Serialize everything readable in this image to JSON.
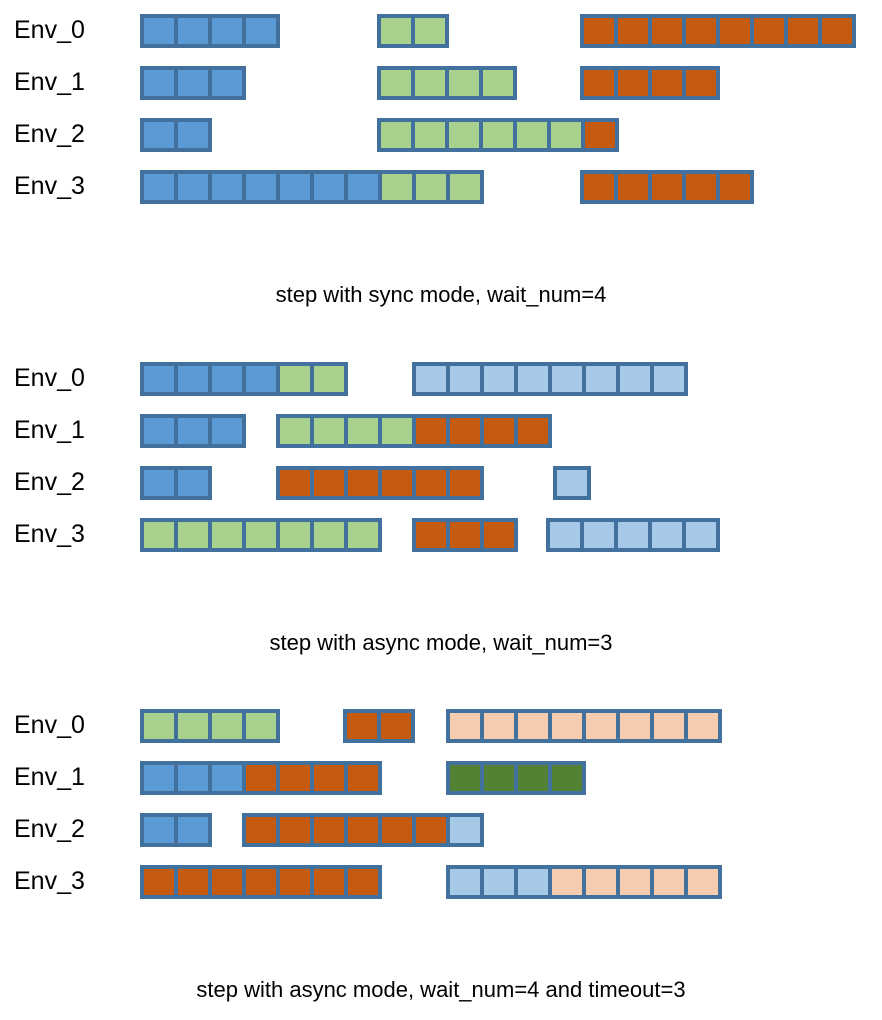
{
  "figure": {
    "title": "",
    "env_labels": [
      "Env_0",
      "Env_1",
      "Env_2",
      "Env_3"
    ],
    "legend_colors": {
      "blue": "#5b9bd5",
      "green": "#a9d18e",
      "orange": "#c55a11",
      "lightblue": "#a6c9e8",
      "lightorange": "#f7cbad",
      "darkgreen": "#548235",
      "frame": "#41719c"
    }
  },
  "sections": [
    {
      "id": "sync-wait4",
      "caption": "step with sync mode, wait_num=4",
      "rows": [
        {
          "label": "Env_0",
          "blocks": [
            {
              "start": 140,
              "cells": [
                "blue",
                "blue",
                "blue",
                "blue"
              ]
            },
            {
              "start": 377,
              "cells": [
                "green",
                "green"
              ]
            },
            {
              "start": 580,
              "cells": [
                "orange",
                "orange",
                "orange",
                "orange",
                "orange",
                "orange",
                "orange",
                "orange"
              ]
            }
          ]
        },
        {
          "label": "Env_1",
          "blocks": [
            {
              "start": 140,
              "cells": [
                "blue",
                "blue",
                "blue"
              ]
            },
            {
              "start": 377,
              "cells": [
                "green",
                "green",
                "green",
                "green"
              ]
            },
            {
              "start": 580,
              "cells": [
                "orange",
                "orange",
                "orange",
                "orange"
              ]
            }
          ]
        },
        {
          "label": "Env_2",
          "blocks": [
            {
              "start": 140,
              "cells": [
                "blue",
                "blue"
              ]
            },
            {
              "start": 377,
              "cells": [
                "green",
                "green",
                "green",
                "green",
                "green",
                "green",
                "orange"
              ]
            }
          ]
        },
        {
          "label": "Env_3",
          "blocks": [
            {
              "start": 140,
              "cells": [
                "blue",
                "blue",
                "blue",
                "blue",
                "blue",
                "blue",
                "blue",
                "green",
                "green",
                "green"
              ]
            },
            {
              "start": 580,
              "cells": [
                "orange",
                "orange",
                "orange",
                "orange",
                "orange"
              ]
            }
          ]
        }
      ]
    },
    {
      "id": "async-wait3",
      "caption": "step with async mode, wait_num=3",
      "rows": [
        {
          "label": "Env_0",
          "blocks": [
            {
              "start": 140,
              "cells": [
                "blue",
                "blue",
                "blue",
                "blue",
                "green",
                "green"
              ]
            },
            {
              "start": 412,
              "cells": [
                "lightblue",
                "lightblue",
                "lightblue",
                "lightblue",
                "lightblue",
                "lightblue",
                "lightblue",
                "lightblue"
              ]
            }
          ]
        },
        {
          "label": "Env_1",
          "blocks": [
            {
              "start": 140,
              "cells": [
                "blue",
                "blue",
                "blue"
              ]
            },
            {
              "start": 276,
              "cells": [
                "green",
                "green",
                "green",
                "green",
                "orange",
                "orange",
                "orange",
                "orange"
              ]
            }
          ]
        },
        {
          "label": "Env_2",
          "blocks": [
            {
              "start": 140,
              "cells": [
                "blue",
                "blue"
              ]
            },
            {
              "start": 276,
              "cells": [
                "orange",
                "orange",
                "orange",
                "orange",
                "orange",
                "orange"
              ]
            },
            {
              "start": 553,
              "cells": [
                "lightblue"
              ]
            }
          ]
        },
        {
          "label": "Env_3",
          "blocks": [
            {
              "start": 140,
              "cells": [
                "green",
                "green",
                "green",
                "green",
                "green",
                "green",
                "green"
              ]
            },
            {
              "start": 412,
              "cells": [
                "orange",
                "orange",
                "orange"
              ]
            },
            {
              "start": 546,
              "cells": [
                "lightblue",
                "lightblue",
                "lightblue",
                "lightblue",
                "lightblue"
              ]
            }
          ]
        }
      ]
    },
    {
      "id": "async-wait4-timeout3",
      "caption": "step with async mode, wait_num=4 and timeout=3",
      "rows": [
        {
          "label": "Env_0",
          "blocks": [
            {
              "start": 140,
              "cells": [
                "green",
                "green",
                "green",
                "green"
              ]
            },
            {
              "start": 343,
              "cells": [
                "orange",
                "orange"
              ]
            },
            {
              "start": 446,
              "cells": [
                "lightorange",
                "lightorange",
                "lightorange",
                "lightorange",
                "lightorange",
                "lightorange",
                "lightorange",
                "lightorange"
              ]
            }
          ]
        },
        {
          "label": "Env_1",
          "blocks": [
            {
              "start": 140,
              "cells": [
                "blue",
                "blue",
                "blue",
                "orange",
                "orange",
                "orange",
                "orange"
              ]
            },
            {
              "start": 446,
              "cells": [
                "darkgreen",
                "darkgreen",
                "darkgreen",
                "darkgreen"
              ]
            }
          ]
        },
        {
          "label": "Env_2",
          "blocks": [
            {
              "start": 140,
              "cells": [
                "blue",
                "blue"
              ]
            },
            {
              "start": 242,
              "cells": [
                "orange",
                "orange",
                "orange",
                "orange",
                "orange",
                "orange",
                "lightblue"
              ]
            }
          ]
        },
        {
          "label": "Env_3",
          "blocks": [
            {
              "start": 140,
              "cells": [
                "orange",
                "orange",
                "orange",
                "orange",
                "orange",
                "orange",
                "orange"
              ]
            },
            {
              "start": 446,
              "cells": [
                "lightblue",
                "lightblue",
                "lightblue",
                "lightorange",
                "lightorange",
                "lightorange",
                "lightorange",
                "lightorange"
              ]
            }
          ]
        }
      ]
    }
  ]
}
